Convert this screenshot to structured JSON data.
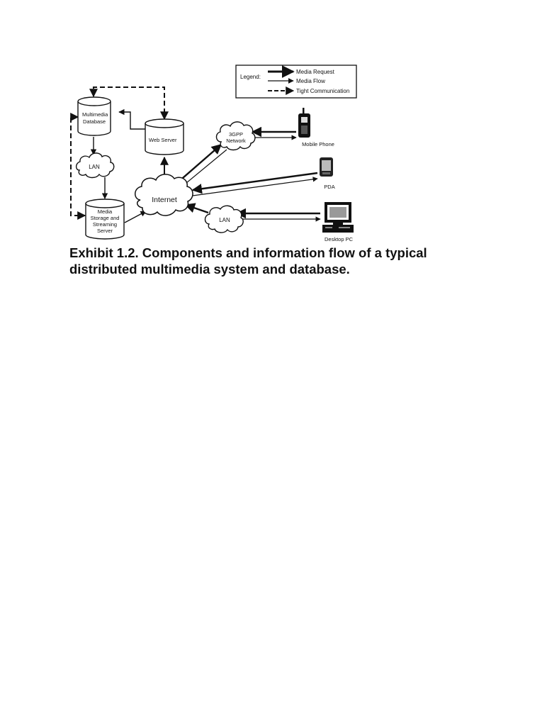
{
  "diagram": {
    "legend": {
      "title": "Legend:",
      "media_request": "Media Request",
      "media_flow": "Media Flow",
      "tight_communication": "Tight Communication"
    },
    "nodes": {
      "multimedia_database": [
        "Multimedia",
        "Database"
      ],
      "web_server": "Web Server",
      "lan_top": "LAN",
      "lan_bottom": "LAN",
      "media_storage": [
        "Media",
        "Storage and",
        "Streaming",
        "Server"
      ],
      "internet": "Internet",
      "network_3gpp": [
        "3GPP",
        "Network"
      ],
      "mobile_phone": "Mobile Phone",
      "pda": "PDA",
      "desktop_pc": "Desktop PC"
    }
  },
  "caption": {
    "line1": "Exhibit 1.2. Components and information flow of a typical",
    "line2": "distributed multimedia system and database."
  }
}
